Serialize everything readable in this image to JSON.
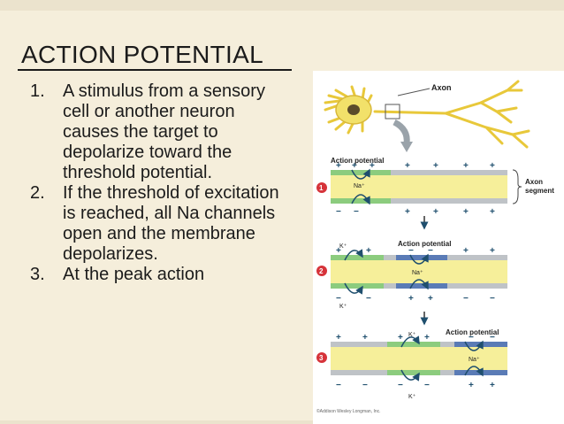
{
  "slide": {
    "title": "ACTION POTENTIAL",
    "items": [
      {
        "num": "1.",
        "text": "A stimulus from a sensory cell or another neuron causes the target to depolarize toward the threshold potential."
      },
      {
        "num": "2.",
        "text": "If the threshold of excitation is reached, all Na channels open and the membrane depolarizes."
      },
      {
        "num": "3.",
        "text": "At the peak action"
      }
    ]
  },
  "figure": {
    "axon_label": "Axon",
    "axon_segment_label_1": "Axon",
    "axon_segment_label_2": "segment",
    "action_potential_label": "Action potential",
    "na_label": "Na⁺",
    "k_label": "K⁺",
    "step_1": "1",
    "step_2": "2",
    "step_3": "3",
    "plus": "+",
    "minus": "−",
    "credit": "©Addison Wesley Longman, Inc."
  },
  "colors": {
    "background": "#f5eedb",
    "axon_yellow": "#f6ef9a",
    "membrane_gray": "#bfc3c7",
    "membrane_green": "#8ccc7e",
    "membrane_blue": "#5a7bb6",
    "step_red": "#d6333a"
  }
}
